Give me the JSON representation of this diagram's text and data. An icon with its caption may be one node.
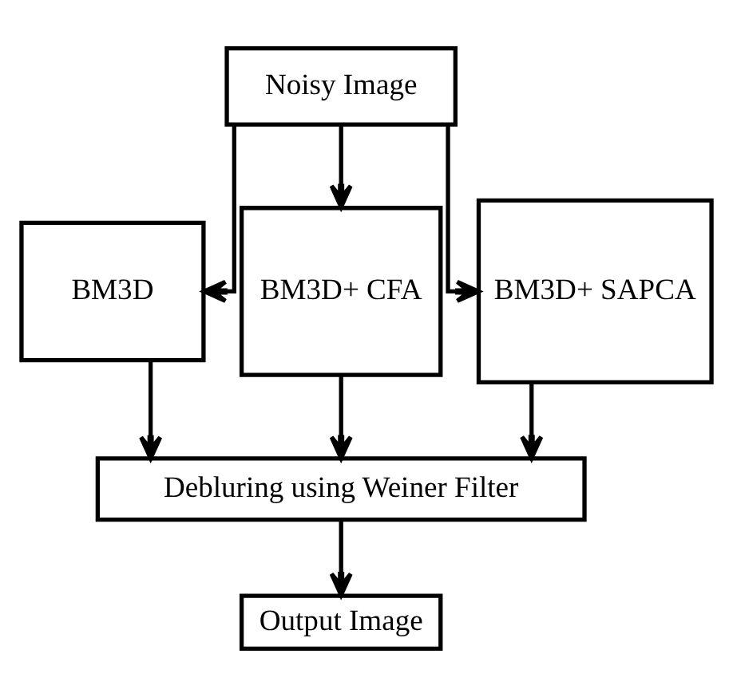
{
  "diagram": {
    "nodes": [
      {
        "text": [
          "Noisy Image"
        ]
      },
      {
        "text": [
          "BM3D"
        ]
      },
      {
        "text": [
          "BM3D+ CFA"
        ]
      },
      {
        "text": [
          "BM3D+ SAPCA"
        ]
      },
      {
        "text": [
          "Debluring using Weiner Filter"
        ]
      },
      {
        "text": [
          "Output Image"
        ]
      }
    ],
    "edges": [
      {
        "from": 0,
        "to": 1,
        "arrow": "to"
      },
      {
        "from": 0,
        "to": 2,
        "arrow": "to"
      },
      {
        "from": 0,
        "to": 3,
        "arrow": "to"
      },
      {
        "from": 1,
        "to": 4,
        "arrow": "to"
      },
      {
        "from": 2,
        "to": 4,
        "arrow": "to"
      },
      {
        "from": 3,
        "to": 4,
        "arrow": "to"
      },
      {
        "from": 4,
        "to": 5,
        "arrow": "to"
      }
    ]
  }
}
